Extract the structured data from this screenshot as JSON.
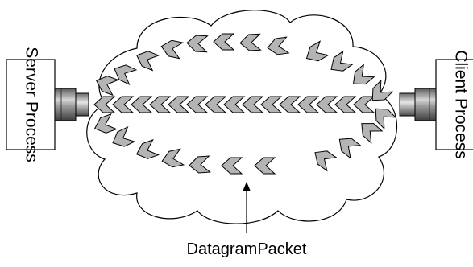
{
  "diagram": {
    "server_label": "Server Process",
    "client_label": "Client Process",
    "packet_label": "DatagramPacket"
  },
  "colors": {
    "packet_fill": "#b4b4b4",
    "outline": "#000000",
    "background": "#ffffff"
  },
  "icons": {
    "packet": "chevron-arrow-left",
    "socket": "connector-plug"
  }
}
